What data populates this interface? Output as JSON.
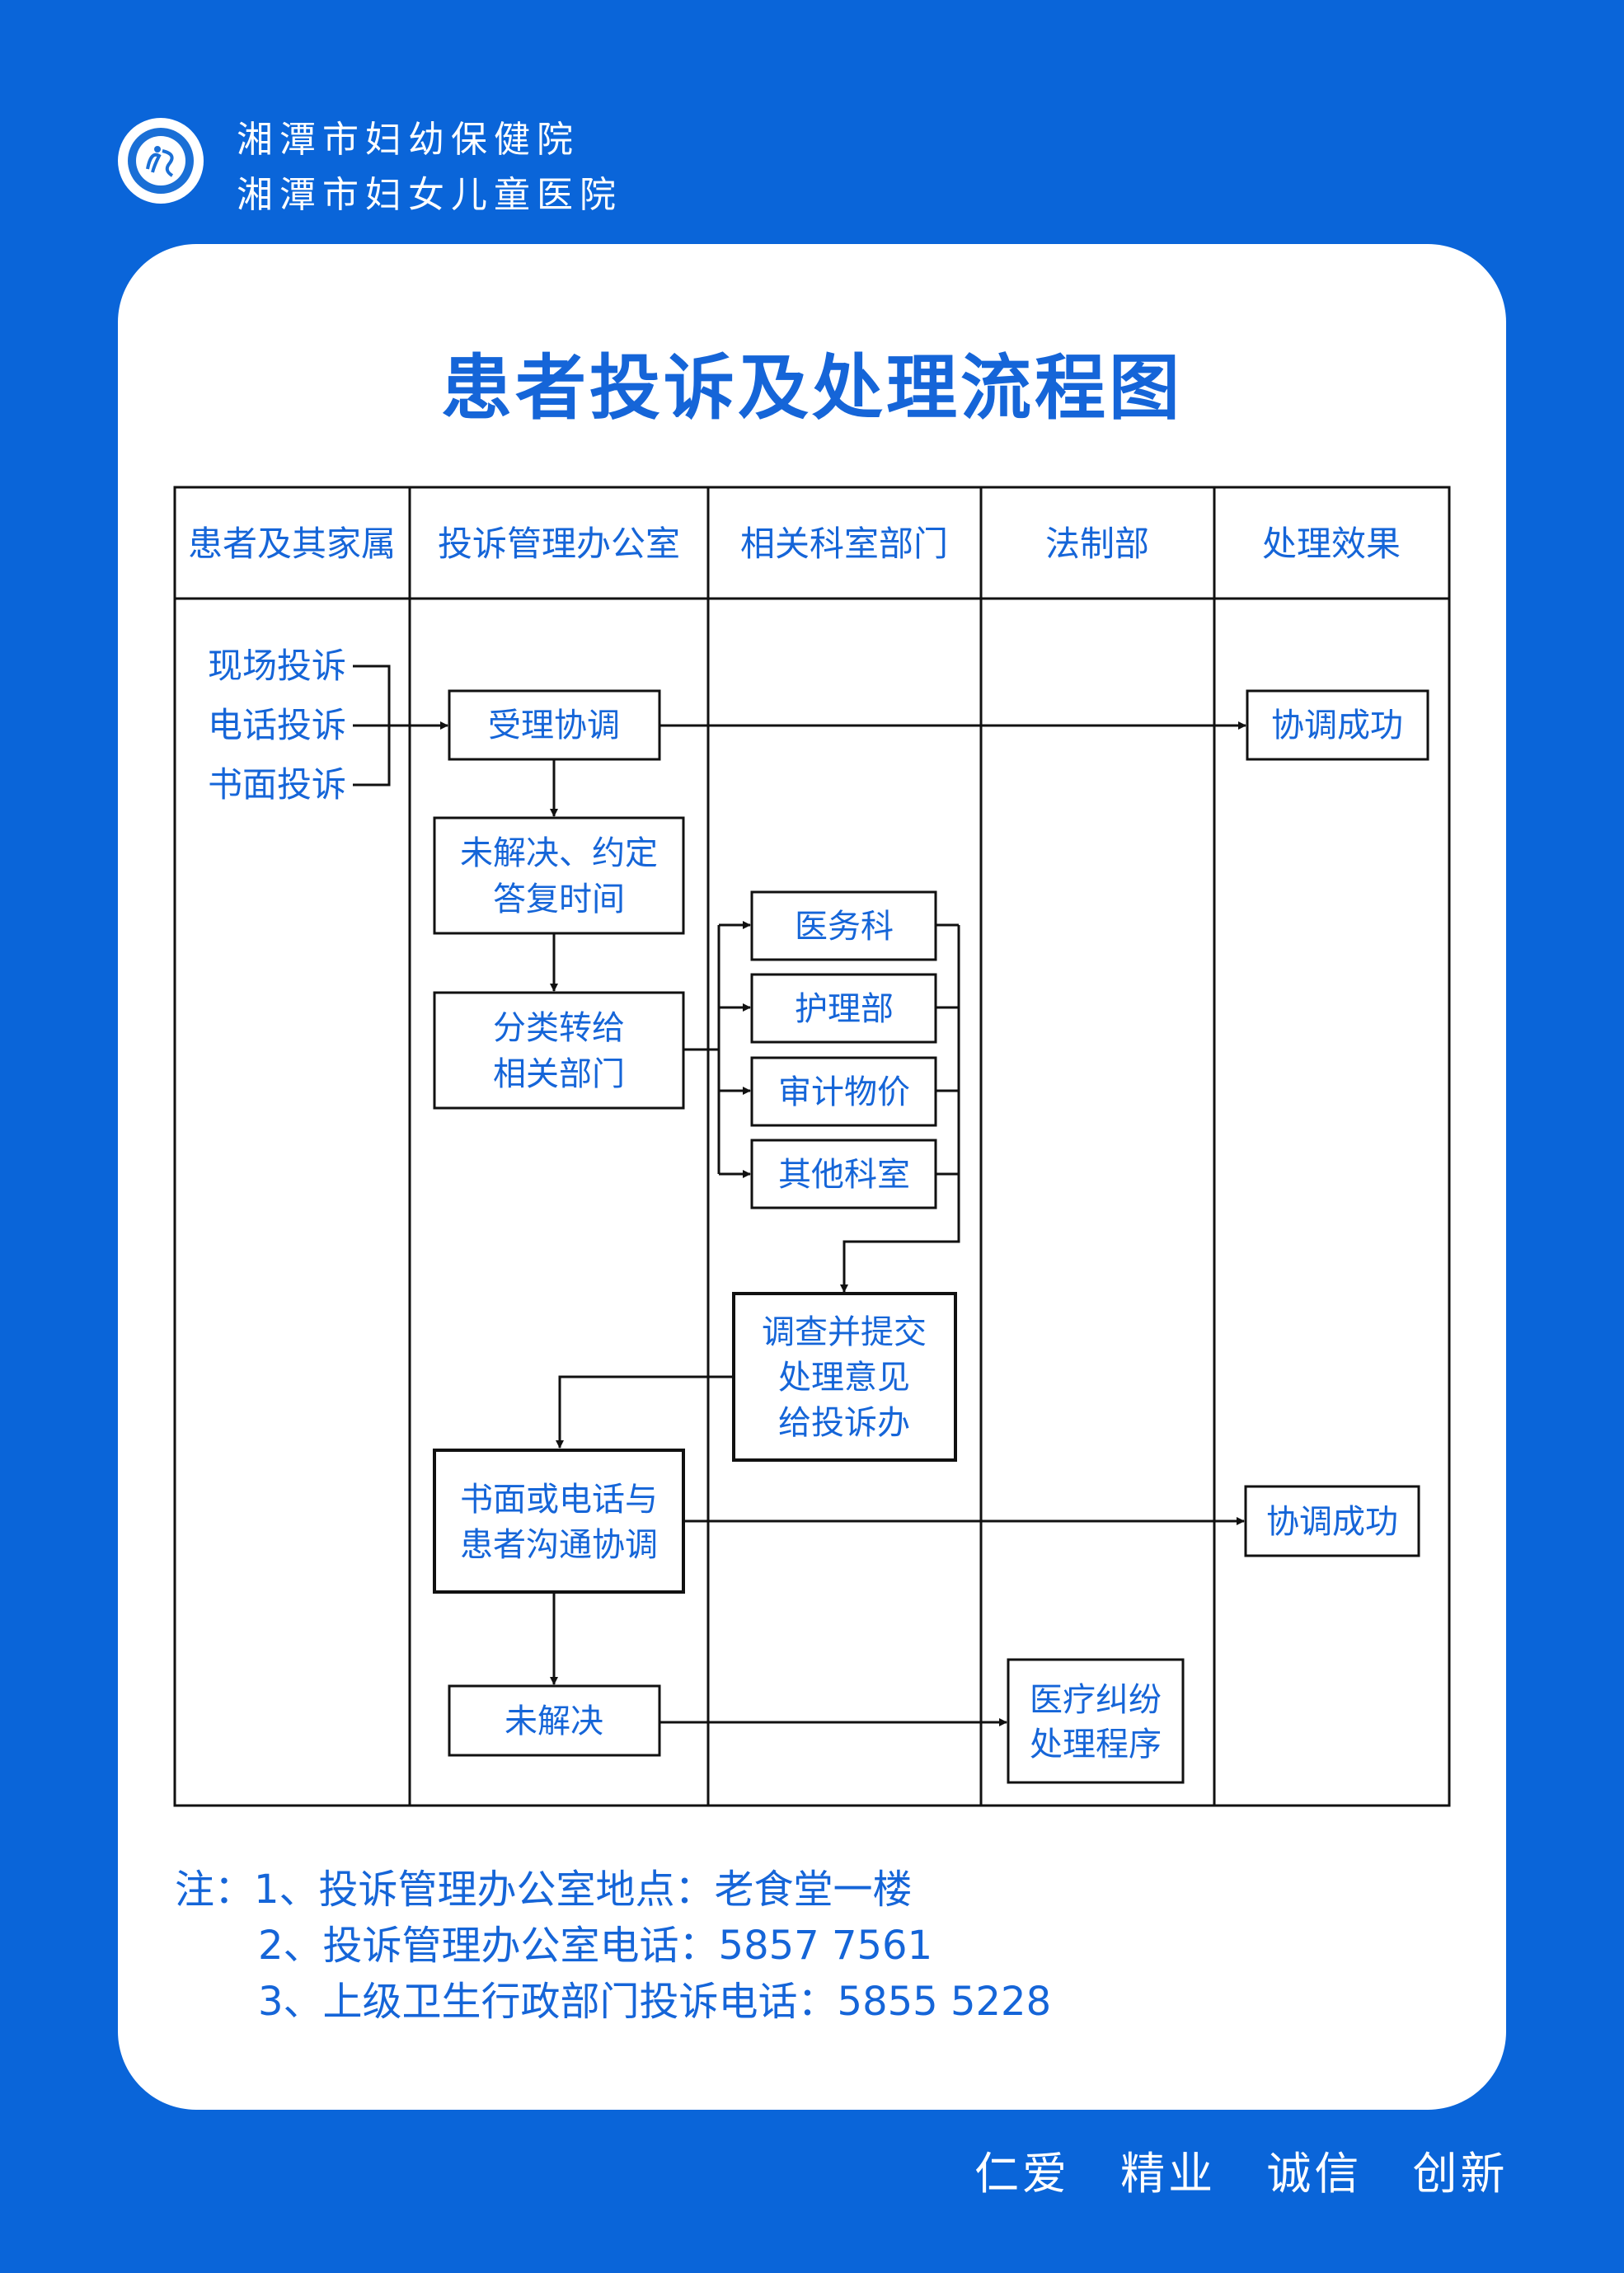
{
  "header": {
    "logo_icon": "hospital-logo-icon",
    "name_line1": "湘潭市妇幼保健院",
    "name_line2": "湘潭市妇女儿童医院"
  },
  "title": "患者投诉及处理流程图",
  "colors": {
    "brand": "#0a65d9",
    "accent": "#1565d8",
    "line": "#111111"
  },
  "lanes": [
    "患者及其家属",
    "投诉管理办公室",
    "相关科室部门",
    "法制部",
    "处理效果"
  ],
  "diagram": {
    "channels": [
      "现场投诉",
      "电话投诉",
      "书面投诉"
    ],
    "nodes": {
      "accept": [
        "受理协调"
      ],
      "unresolved_reply": [
        "未解决、约定",
        "答复时间"
      ],
      "classify": [
        "分类转给",
        "相关部门"
      ],
      "dept_medical": [
        "医务科"
      ],
      "dept_nursing": [
        "护理部"
      ],
      "dept_audit": [
        "审计物价"
      ],
      "dept_other": [
        "其他科室"
      ],
      "investigate": [
        "调查并提交",
        "处理意见",
        "给投诉办"
      ],
      "communicate": [
        "书面或电话与",
        "患者沟通协调"
      ],
      "unresolved": [
        "未解决"
      ],
      "legal": [
        "医疗纠纷",
        "处理程序"
      ],
      "success1": [
        "协调成功"
      ],
      "success2": [
        "协调成功"
      ]
    }
  },
  "notes": [
    "注：1、投诉管理办公室地点：老食堂一楼",
    "2、投诉管理办公室电话：5857 7561",
    "3、上级卫生行政部门投诉电话：5855 5228"
  ],
  "footer": "仁爱 精业 诚信 创新"
}
